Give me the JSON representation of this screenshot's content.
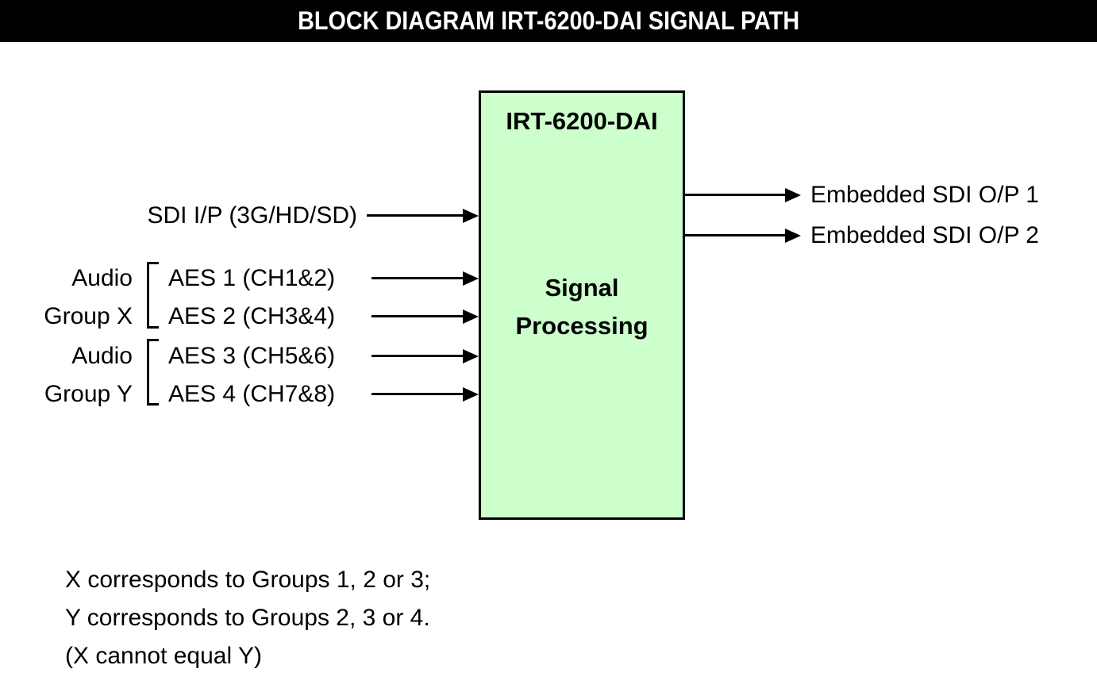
{
  "banner": {
    "title": "BLOCK DIAGRAM IRT-6200-DAI SIGNAL PATH"
  },
  "block": {
    "title": "IRT-6200-DAI",
    "body": [
      "Signal",
      "Processing"
    ]
  },
  "inputs": [
    {
      "label": "SDI I/P (3G/HD/SD)"
    },
    {
      "label": "AES 1 (CH1&2)"
    },
    {
      "label": "AES 2 (CH3&4)"
    },
    {
      "label": "AES 3 (CH5&6)"
    },
    {
      "label": "AES 4 (CH7&8)"
    }
  ],
  "groups": [
    {
      "line1": "Audio",
      "line2": "Group X"
    },
    {
      "line1": "Audio",
      "line2": "Group Y"
    }
  ],
  "outputs": [
    {
      "label": "Embedded SDI O/P 1"
    },
    {
      "label": "Embedded SDI O/P 2"
    }
  ],
  "notes": [
    "X corresponds to Groups 1, 2 or 3;",
    "Y corresponds to Groups 2, 3 or 4.",
    "(X cannot equal Y)"
  ],
  "colors": {
    "banner_bg": "#000000",
    "banner_fg": "#ffffff",
    "block_fill": "#ccffcc",
    "block_border": "#000000"
  }
}
